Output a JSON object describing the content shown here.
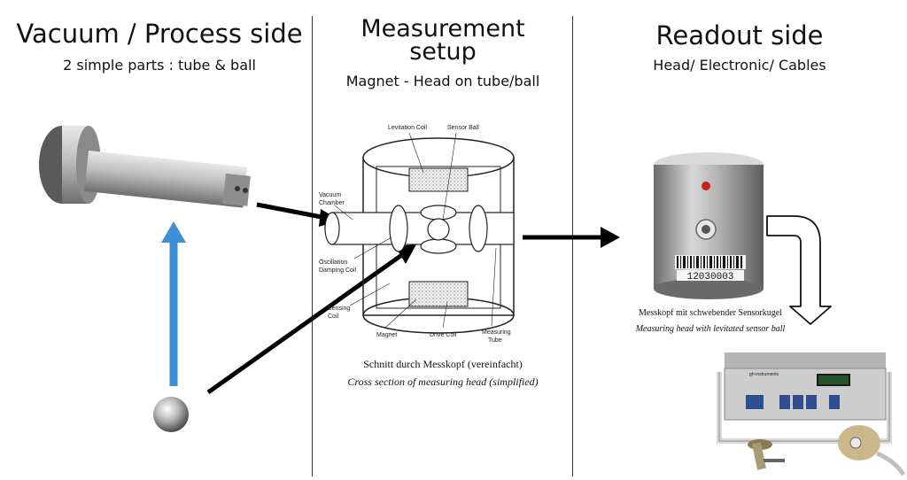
{
  "columns": [
    {
      "title": "Vacuum / Process side",
      "subtitle": "2 simple parts : tube & ball"
    },
    {
      "title": "Measurement setup",
      "title_line1": "Measurement",
      "title_line2": "setup",
      "subtitle": "Magnet - Head on tube/ball"
    },
    {
      "title": "Readout side",
      "subtitle": "Head/ Electronic/ Cables"
    }
  ],
  "cross_section": {
    "labels": {
      "levitation_coil": "Levitation Coil",
      "sensor_ball": "Sensor Ball",
      "vacuum": "Vacuum",
      "chamber": "Chamber",
      "oscillation": "Oscillation",
      "damping_coil": "Damping Coil",
      "sensing_coil_1": "Sensing",
      "sensing_coil_2": "Coil",
      "magnet": "Magnet",
      "drive_coil": "Drive Coil",
      "measuring": "Measuring",
      "tube": "Tube"
    },
    "caption_de": "Schnitt durch Messkopf (vereinfacht)",
    "caption_en": "Cross section of measuring head (simplified)"
  },
  "head": {
    "serial": "12030003",
    "caption_de": "Messkopf mit schwebender Sensorkugel",
    "caption_en": "Measuring head with levitated sensor ball"
  },
  "controller": {
    "brand": "gh-instruments"
  },
  "colors": {
    "arrow_black": "#000000",
    "arrow_blue": "#3d8fd6",
    "metal": "#a8a8a8"
  }
}
